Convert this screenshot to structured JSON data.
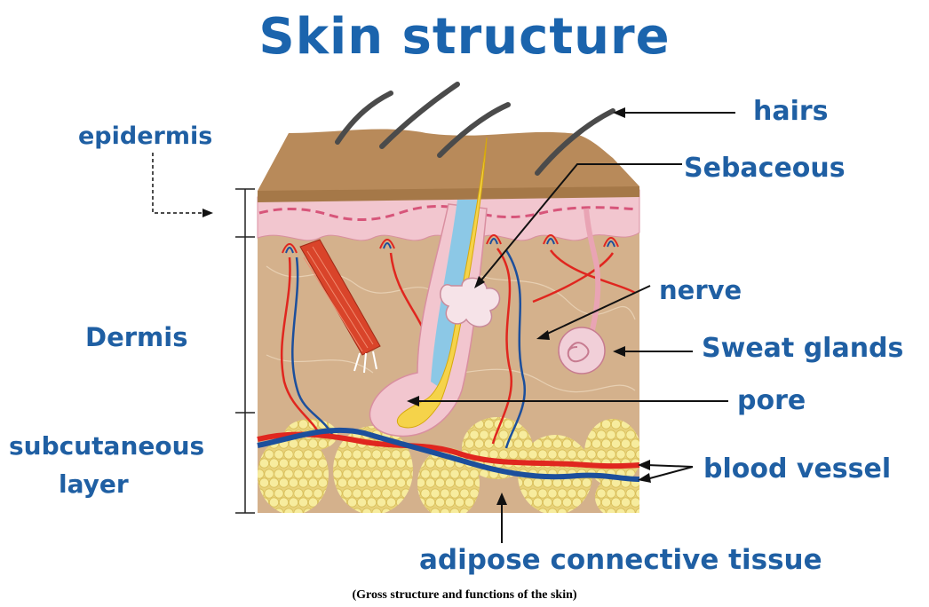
{
  "title": "Skin structure",
  "caption": "(Gross structure and functions of the skin)",
  "labels": {
    "epidermis": "epidermis",
    "dermis": "Dermis",
    "subcutaneous_line1": "subcutaneous",
    "subcutaneous_line2": "layer",
    "hairs": "hairs",
    "sebaceous": "Sebaceous",
    "nerve": "nerve",
    "sweat_glands": "Sweat glands",
    "pore": "pore",
    "blood_vessel": "blood vessel",
    "adipose": "adipose connective tissue"
  },
  "colors": {
    "label_text": "#1f5fa3",
    "epidermis_top": "#b88a5a",
    "epidermis_layer": "#f2c6cf",
    "dermis": "#d4b18c",
    "fat": "#f4e58a",
    "artery": "#e0261f",
    "vein": "#1c4f9c",
    "hair_follicle": "#f5d34a",
    "follicle_sheath": "#8cc8e6",
    "muscle": "#d9442a",
    "gland": "#f1cfd8"
  }
}
